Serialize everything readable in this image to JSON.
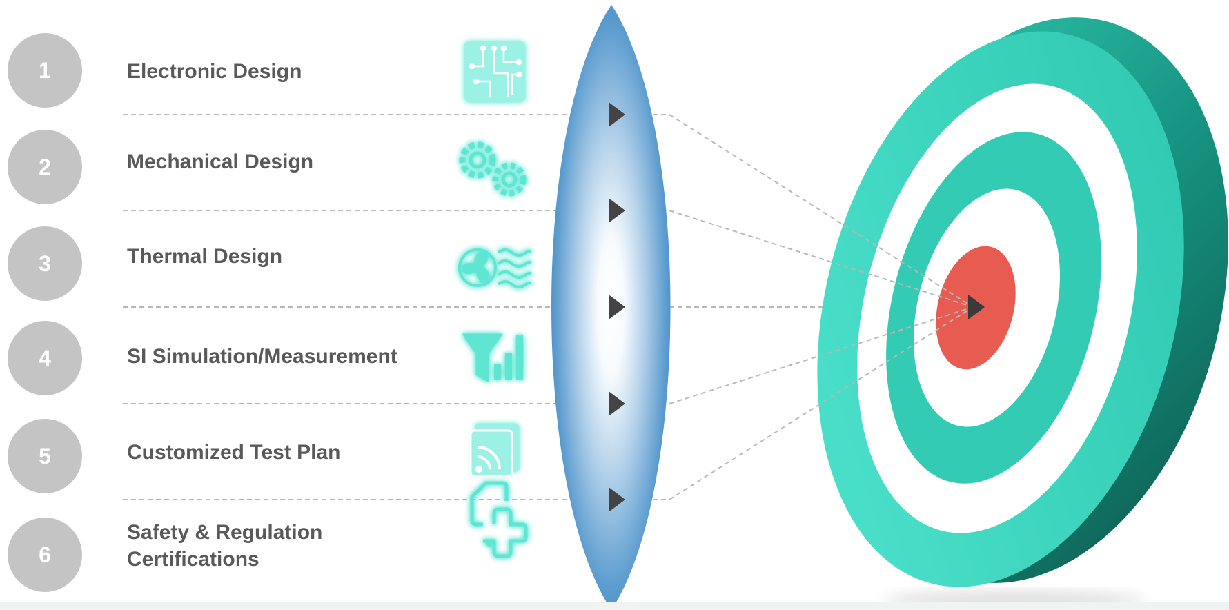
{
  "items": [
    {
      "number": "1",
      "label": "Electronic Design",
      "icon": "circuit-board-icon"
    },
    {
      "number": "2",
      "label": "Mechanical Design",
      "icon": "gears-icon"
    },
    {
      "number": "3",
      "label": "Thermal Design",
      "icon": "fan-airflow-icon"
    },
    {
      "number": "4",
      "label": "SI Simulation/Measurement",
      "icon": "filter-signal-bars-icon"
    },
    {
      "number": "5",
      "label": "Customized Test Plan",
      "icon": "rss-documents-icon"
    },
    {
      "number": "6",
      "label_line1": "Safety & Regulation",
      "label_line2": "Certifications",
      "icon": "certificate-plus-icon"
    }
  ],
  "colors": {
    "number_circle": "#c4c4c4",
    "label_text": "#595959",
    "icon_glow": "#5ee6d3",
    "lens_edge": "#2d7fbf",
    "target_ring": "#35cdb6",
    "target_side": "#17907e",
    "bullseye": "#e85b50",
    "arrow": "#444444",
    "dashed_line": "#b8b8b8"
  }
}
